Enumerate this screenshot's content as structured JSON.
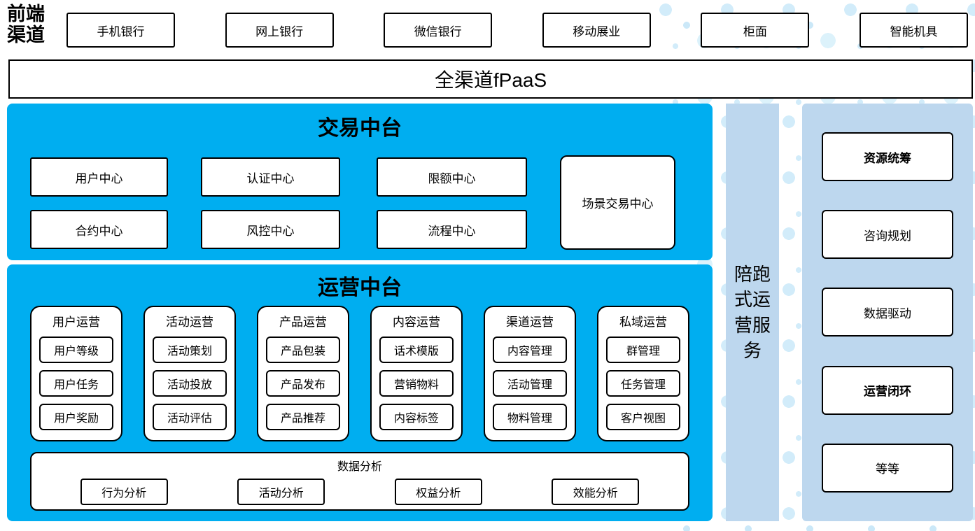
{
  "frontend": {
    "label": "前端渠道",
    "channels": [
      "手机银行",
      "网上银行",
      "微信银行",
      "移动展业",
      "柜面",
      "智能机具"
    ]
  },
  "fpaas": {
    "label": "全渠道fPaaS"
  },
  "transaction": {
    "title": "交易中台",
    "row1": [
      "用户中心",
      "认证中心",
      "限额中心"
    ],
    "row2": [
      "合约中心",
      "风控中心",
      "流程中心"
    ],
    "scene": "场景交易中心"
  },
  "operation": {
    "title": "运营中台",
    "columns": [
      {
        "header": "用户运营",
        "items": [
          "用户等级",
          "用户任务",
          "用户奖励"
        ]
      },
      {
        "header": "活动运营",
        "items": [
          "活动策划",
          "活动投放",
          "活动评估"
        ]
      },
      {
        "header": "产品运营",
        "items": [
          "产品包装",
          "产品发布",
          "产品推荐"
        ]
      },
      {
        "header": "内容运营",
        "items": [
          "话术模版",
          "营销物料",
          "内容标签"
        ]
      },
      {
        "header": "渠道运营",
        "items": [
          "内容管理",
          "活动管理",
          "物料管理"
        ]
      },
      {
        "header": "私域运营",
        "items": [
          "群管理",
          "任务管理",
          "客户视图"
        ]
      }
    ],
    "analysis": {
      "title": "数据分析",
      "items": [
        "行为分析",
        "活动分析",
        "权益分析",
        "效能分析"
      ]
    }
  },
  "sidebar": {
    "label": "陪跑式运营服务",
    "items": [
      "资源统筹",
      "咨询规划",
      "数据驱动",
      "运营闭环",
      "等等"
    ]
  },
  "colors": {
    "primary_blue": "#00aef0",
    "light_blue": "#bdd7ee",
    "dot_blue": "#d2ecfa"
  }
}
